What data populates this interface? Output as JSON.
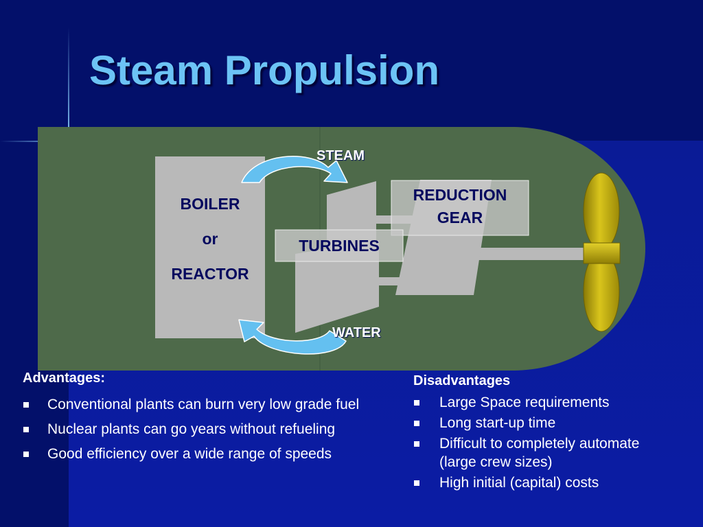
{
  "slide": {
    "title": "Steam Propulsion"
  },
  "diagram": {
    "boiler_lines": [
      "BOILER",
      "or",
      "REACTOR"
    ],
    "turbines_label": "TURBINES",
    "gear_lines": [
      "REDUCTION",
      "GEAR"
    ],
    "steam_label": "STEAM",
    "water_label": "WATER"
  },
  "advantages": {
    "title": "Advantages:",
    "items": [
      "Conventional plants can burn very low grade fuel",
      "Nuclear plants can go years without refueling",
      "Good efficiency over a wide range of speeds"
    ]
  },
  "disadvantages": {
    "title": "Disadvantages",
    "items": [
      "Large Space requirements",
      "Long start-up time",
      "Difficult to completely automate (large crew sizes)",
      "High initial (capital) costs"
    ]
  },
  "colors": {
    "title": "#6cc3f5",
    "hull": "#4e6a4a",
    "machinery": "#b9b9b9",
    "arrow": "#64c0f0",
    "propeller": "#c9b512",
    "label_text": "#04085e"
  },
  "icons": [
    "steam-flow-arrow",
    "water-return-arrow",
    "propeller-icon"
  ]
}
